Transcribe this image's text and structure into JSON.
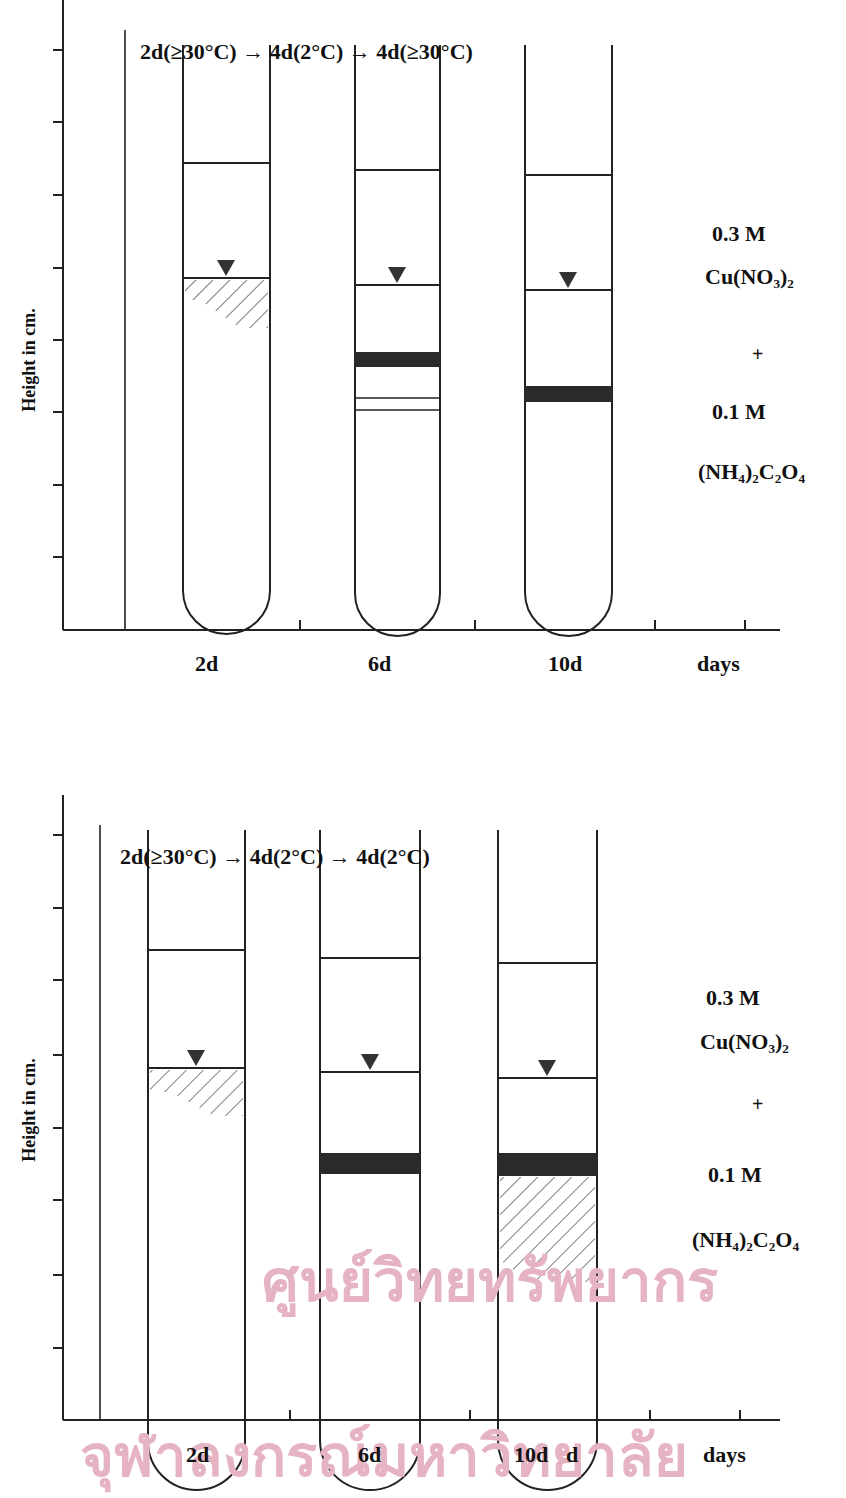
{
  "diagram": {
    "labels": [
      "2d(≥30°C) → 4d(2°C) → 4d(≥30°C)",
      "Height in cm.",
      "0.3 M",
      "Cu(NO₃)₂",
      "+",
      "0.1 M",
      "(NH₄)₂C₂O₄",
      "2d",
      "6d",
      "10d",
      "days",
      "2d(≥30°C) → 4d(2°C) → 4d(2°C)",
      "Height in cm.",
      "0.3 M",
      "Cu(NO₃)₂",
      "+",
      "0.1 M",
      "(NH₄)₂C₂O₄",
      "2d",
      "6d",
      "10d",
      "d",
      "days",
      "ศูนย์วิทยทรัพยากร",
      "จุฬาลงกรณ์มหาวิทยาลัย"
    ]
  }
}
